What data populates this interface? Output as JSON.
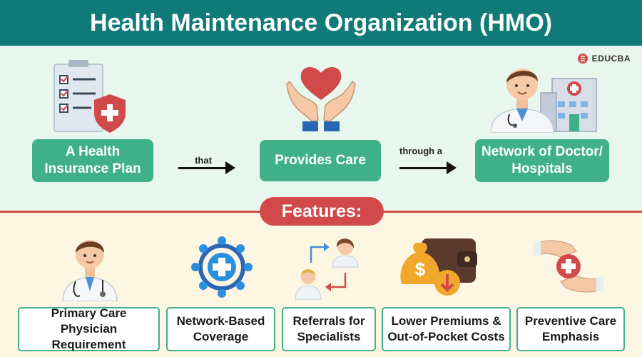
{
  "title": "Health Maintenance Organization (HMO)",
  "brand": {
    "name": "EDUCBA"
  },
  "flow": {
    "step1": "A Health Insurance Plan",
    "connector1": "that",
    "step2": "Provides Care",
    "connector2": "through a",
    "step3": "Network of Doctor/ Hospitals"
  },
  "features": {
    "heading": "Features:",
    "items": [
      {
        "label": "Primary Care Physician Requirement",
        "icon": "doctor-icon"
      },
      {
        "label": "Network-Based Coverage",
        "icon": "network-plus-icon"
      },
      {
        "label": "Referrals for Specialists",
        "icon": "referral-icon"
      },
      {
        "label": "Lower Premiums & Out-of-Pocket Costs",
        "icon": "wallet-money-icon"
      },
      {
        "label": "Preventive Care Emphasis",
        "icon": "hands-care-icon"
      }
    ]
  },
  "colors": {
    "header": "#0f7a78",
    "accent_green": "#3fb08a",
    "accent_red": "#d2494a",
    "top_band": "#e7f7ee",
    "bottom_band": "#fdf6e3"
  }
}
